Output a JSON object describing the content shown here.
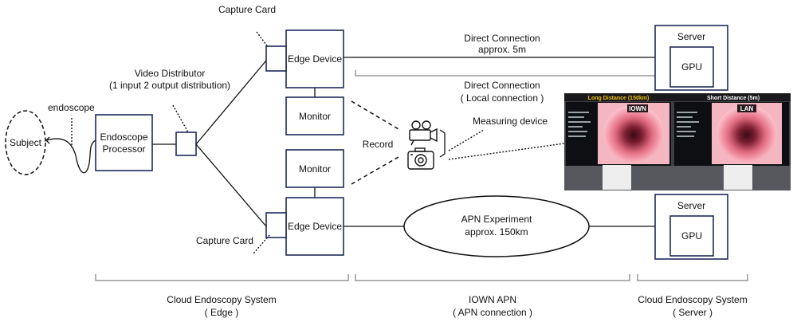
{
  "labels": {
    "subject": "Subject",
    "endoscope": "endoscope",
    "processor_line1": "Endoscope",
    "processor_line2": "Processor",
    "video_distributor_line1": "Video Distributor",
    "video_distributor_line2": "(1 input 2 output distribution)",
    "capture_card_top": "Capture Card",
    "capture_card_bottom": "Capture Card",
    "edge_device_top": "Edge Device",
    "edge_device_bottom": "Edge Device",
    "monitor_top": "Monitor",
    "monitor_bottom": "Monitor",
    "record": "Record",
    "measuring_device": "Measuring device",
    "direct_conn_line1": "Direct Connection",
    "direct_conn_line2": "approx. 5m",
    "local_conn_line1": "Direct Connection",
    "local_conn_line2": "( Local connection )",
    "apn_line1": "APN Experiment",
    "apn_line2": "approx. 150km",
    "server_top": "Server",
    "server_bottom": "Server",
    "gpu_top": "GPU",
    "gpu_bottom": "GPU"
  },
  "photo": {
    "left_caption": "Long Distance (150km)",
    "right_caption": "Short Distance (5m)",
    "left_badge": "IOWN",
    "right_badge": "LAN"
  },
  "sections": {
    "edge_line1": "Cloud Endoscopy System",
    "edge_line2": "( Edge )",
    "apn_line1": "IOWN APN",
    "apn_line2": "( APN connection )",
    "server_line1": "Cloud Endoscopy System",
    "server_line2": "( Server )"
  },
  "colors": {
    "box_stroke": "#1f2a5a",
    "caption_left": "#f2c200",
    "caption_right": "#ffffff",
    "scope_pink": "#f07a8e"
  }
}
